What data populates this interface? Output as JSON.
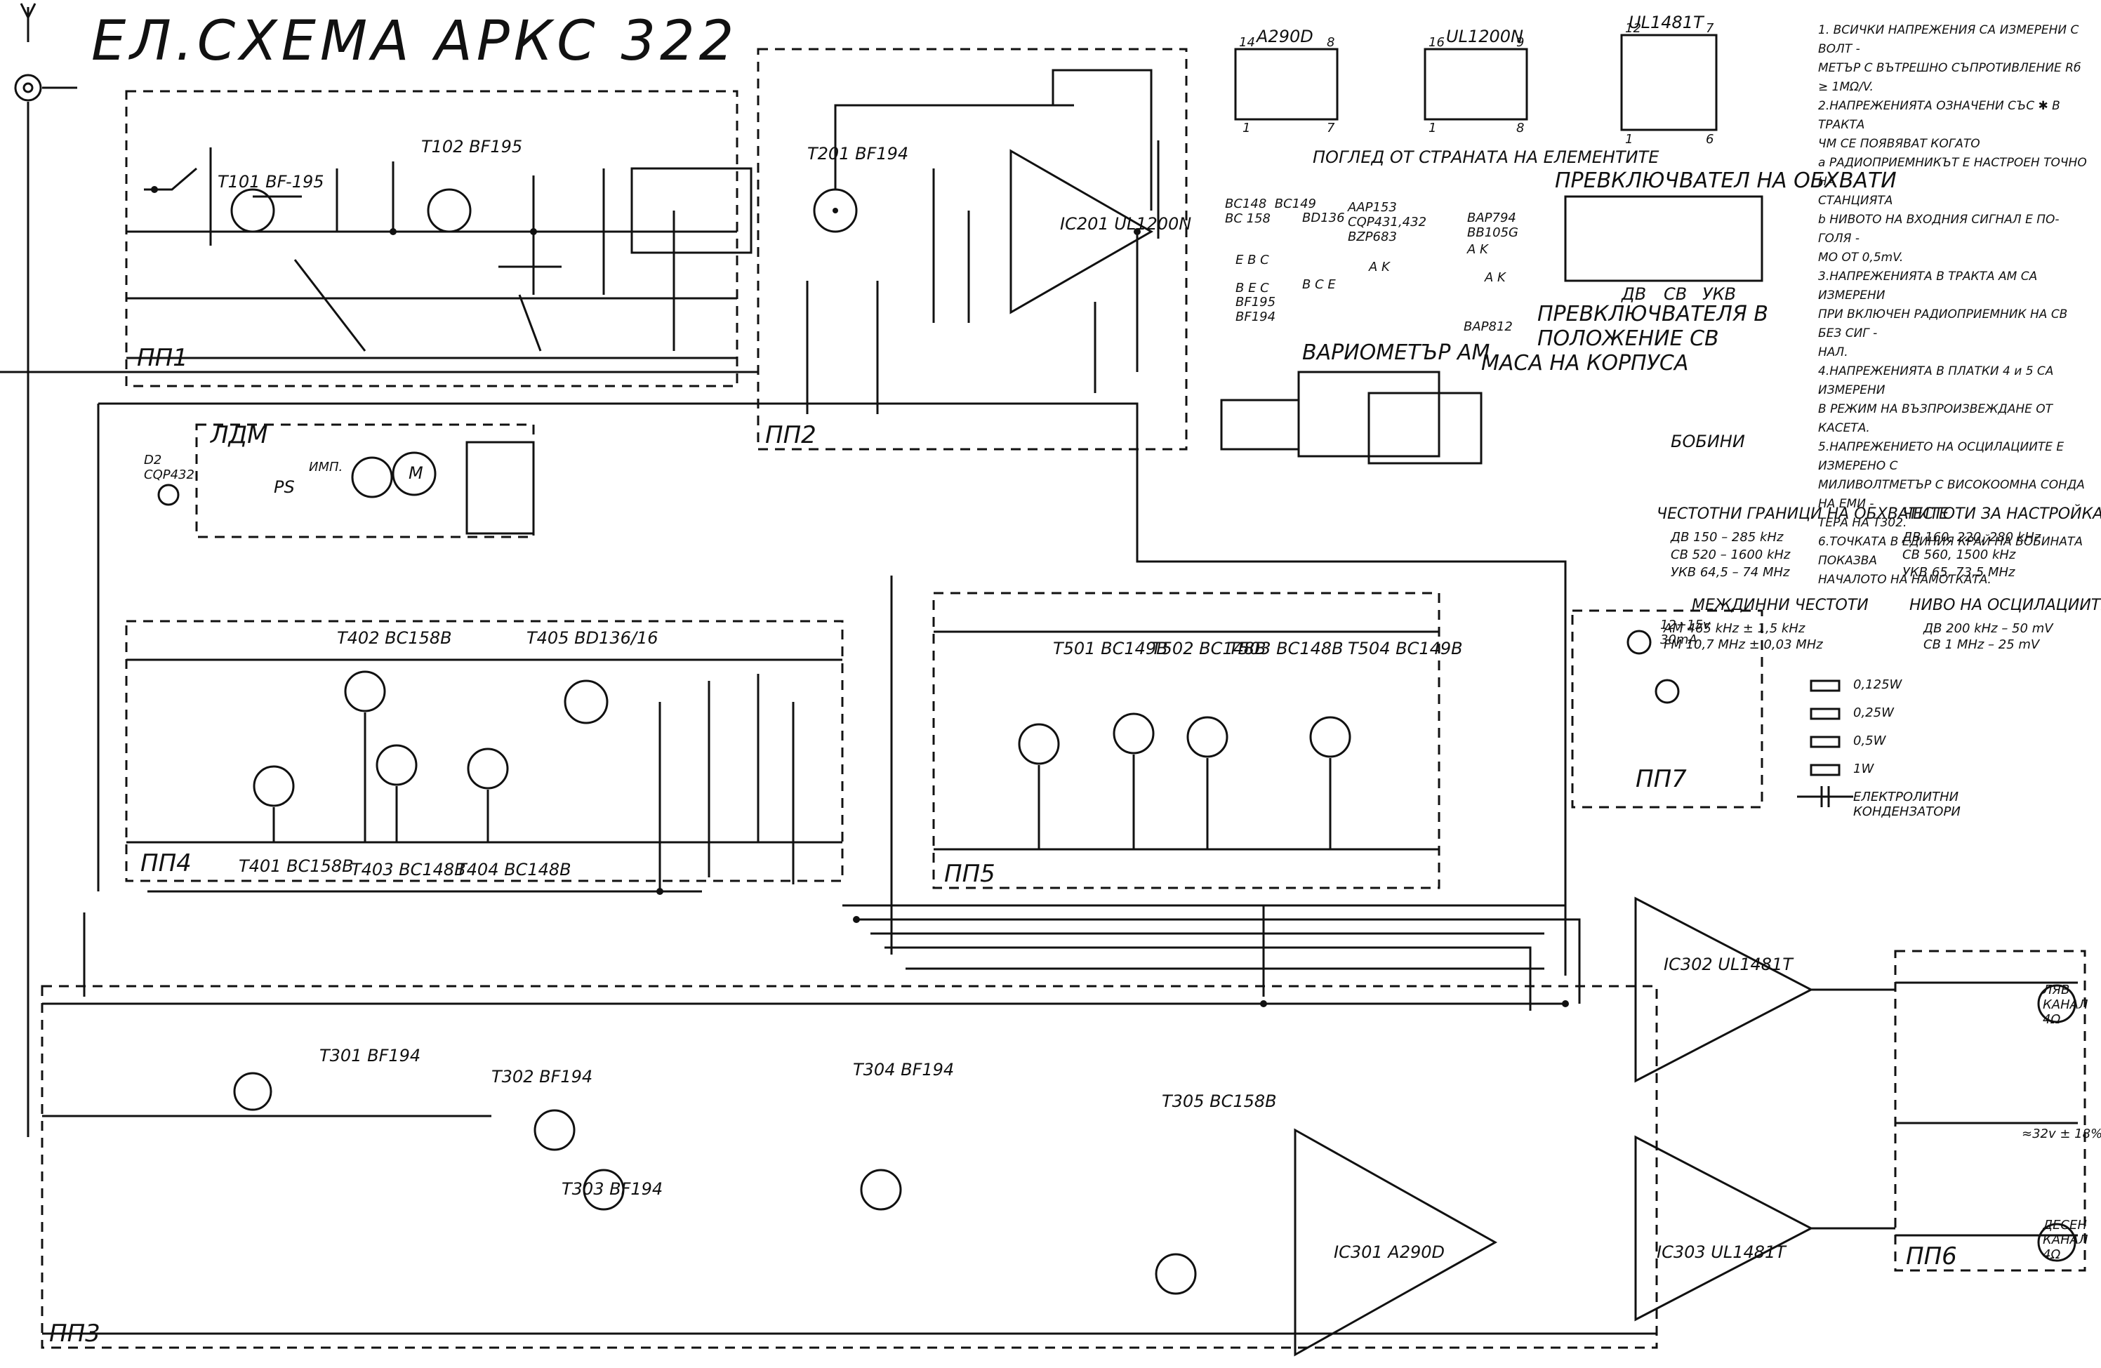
{
  "title": "ЕЛ.СХЕМА  АРКС 322",
  "boards": [
    "ПП1",
    "ПП2",
    "ПП3",
    "ПП4",
    "ПП5",
    "ПП6",
    "ПП7",
    "ЛДМ"
  ],
  "ic_packages": {
    "heading": "ПОГЛЕД ОТ СТРАНАТА НА ЕЛЕМЕНТИТЕ",
    "items": [
      {
        "name": "A290D",
        "pins_top": [
          "14",
          "8"
        ],
        "pins_bottom": [
          "1",
          "7"
        ]
      },
      {
        "name": "UL1200N",
        "pins_top": [
          "16",
          "9"
        ],
        "pins_bottom": [
          "1",
          "8"
        ]
      },
      {
        "name": "UL1481T",
        "pins_top": [
          "12",
          "7"
        ],
        "pins_bottom": [
          "1",
          "6"
        ]
      }
    ]
  },
  "notes": [
    "1. ВСИЧКИ НАПРЕЖЕНИЯ СА ИЗМЕРЕНИ С ВОЛТ -",
    "МЕТЪР С ВЪТРЕШНО СЪПРОТИВЛЕНИЕ Rб ≥ 1MΩ/V.",
    "2.НАПРЕЖЕНИЯТА  ОЗНАЧЕНИ СЪС ✱ В ТРАКТА",
    "ЧМ  СЕ ПОЯВЯВАТ КОГАТО",
    "а РАДИОПРИЕМНИКЪТ Е НАСТРОЕН ТОЧНО НА",
    "СТАНЦИЯТА",
    "b НИВОТО НА ВХОДНИЯ  СИГНАЛ Е ПО-ГОЛЯ -",
    "МО ОТ 0,5mV.",
    "3.НАПРЕЖЕНИЯТА В ТРАКТА АМ СА ИЗМЕРЕНИ",
    "ПРИ ВКЛЮЧЕН РАДИОПРИЕМНИК НА СВ БЕЗ СИГ -",
    "НАЛ.",
    "4.НАПРЕЖЕНИЯТА В ПЛАТКИ 4 и 5 СА ИЗМЕРЕНИ",
    "В РЕЖИМ НА ВЪЗПРОИЗВЕЖДАНЕ ОТ КАСЕТА.",
    "5.НАПРЕЖЕНИЕТО НА ОСЦИЛАЦИИТЕ Е ИЗМЕРЕНО С",
    "МИЛИВОЛТМЕТЪР С ВИСОКООМНА СОНДА НА ЕМИ -",
    "ТЕРА НА Т302.",
    "6.ТОЧКАТА В ЕДИНИЯ КРАЙ НА БОБИНАТА ПОКАЗВА",
    "НАЧАЛОТО НА НАМОТКАТА."
  ],
  "band_switch": {
    "title": "ПРЕВКЛЮЧВАТЕЛ НА ОБХВАТИ",
    "bands": [
      "ДВ",
      "СВ",
      "УКВ"
    ],
    "caption1": "ПРЕВКЛЮЧВАТЕЛЯ В",
    "caption2": "ПОЛОЖЕНИЕ СВ"
  },
  "variometer": "ВАРИОМЕТЪР АМ",
  "chassis": "МАСА НА КОРПУСА",
  "coils_label": "БОБИНИ",
  "transistor_pinouts": [
    {
      "types": "BC148  BC149\nBC 158",
      "pins": "E  B  C"
    },
    {
      "types": "BD136",
      "pins": "B C E"
    },
    {
      "types": "BF195\nBF194",
      "pins": "B  E  C"
    },
    {
      "types": "AAP153\nCQP431,432\nBZP683",
      "pins": "A   K"
    },
    {
      "types": "BAP794\nBB105G",
      "pins": "A   K"
    },
    {
      "types": "BAP812",
      "pins": "A  K"
    }
  ],
  "freq_ranges": {
    "title": "ЧЕСТОТНИ ГРАНИЦИ НА ОБХВАТИТЕ",
    "rows": [
      "ДВ 150 – 285 kHz",
      "СВ  520 – 1600 kHz",
      "УКВ 64,5 – 74 MHz"
    ]
  },
  "tune_freqs": {
    "title": "ЧЕСТОТИ  ЗА НАСТРОЙКА",
    "rows": [
      "ДВ  160, 220, 280 kHz",
      "СВ  560,  1500 kHz",
      "УКВ 65,  73,5 MHz"
    ]
  },
  "if_freqs": {
    "title": "МЕЖДИННИ  ЧЕСТОТИ",
    "rows": [
      "AM 465 kHz ± 1,5 kHz",
      "FM 10,7 MHz ± 0,03 MHz"
    ]
  },
  "osc_levels": {
    "title": "НИВО НА ОСЦИЛАЦИИТЕ",
    "rows": [
      "ДВ  200 kHz  – 50 mV",
      "СВ  1 MHz  – 25 mV"
    ]
  },
  "legend": [
    {
      "label": "0,125W"
    },
    {
      "label": "0,25W"
    },
    {
      "label": "0,5W"
    },
    {
      "label": "1W"
    },
    {
      "label": "ЕЛЕКТРОЛИТНИ\nКОНДЕНЗАТОРИ"
    }
  ],
  "speakers": [
    {
      "label": "ЛЯВ\nКАНАЛ\n4Ω"
    },
    {
      "label": "ДЕСЕН\nКАНАЛ\n4Ω"
    }
  ],
  "supply": "≈32v ± 18%",
  "lamp_label": "12÷15v\n30mA",
  "transistors": [
    "T101 BF-195",
    "T102 BF195",
    "T201 BF194",
    "T301 BF194",
    "T302 BF194",
    "T303 BF194",
    "T304 BF194",
    "T305 BC158B",
    "T401 BC158B",
    "T402 BC158B",
    "T403 BC148B",
    "T404 BC148B",
    "T405 BD136/16",
    "T501 BC149B",
    "T502 BC148B",
    "T503 BC148B",
    "T504 BC149B"
  ],
  "ics": [
    "IC201 UL1200N",
    "IC301 A290D",
    "IC302 UL1481T",
    "IC303 UL1481T"
  ],
  "ldm": {
    "imp": "ИМП.",
    "ps": "PS",
    "motor": "M",
    "d2": "D2\nCQP432"
  }
}
